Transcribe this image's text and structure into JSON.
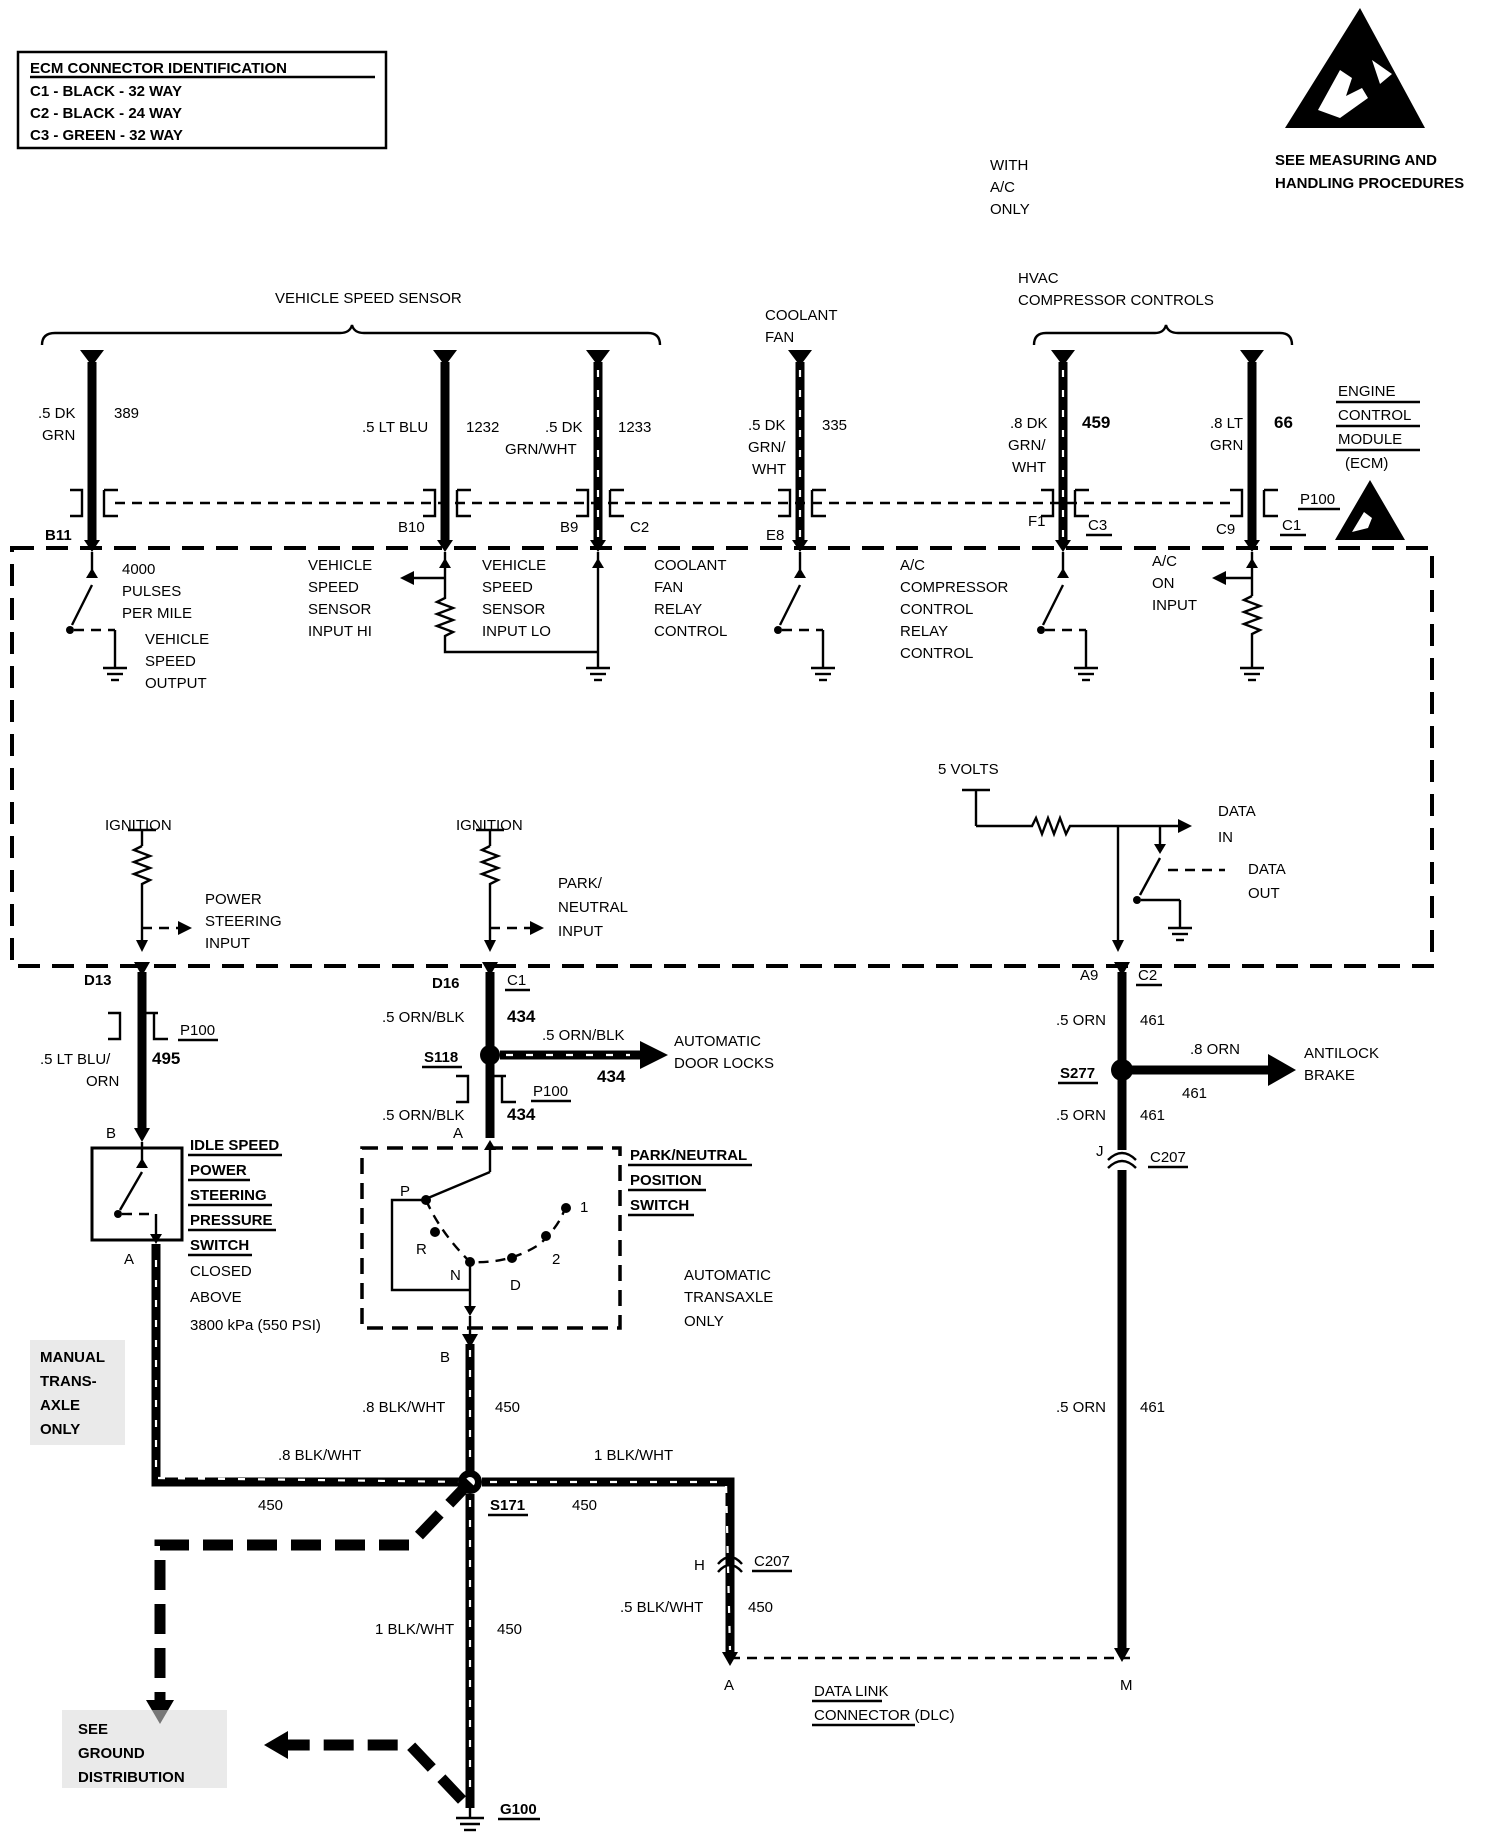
{
  "ecm_id": {
    "title": "ECM CONNECTOR IDENTIFICATION",
    "lines": [
      "C1 - BLACK - 32 WAY",
      "C2 - BLACK - 24 WAY",
      "C3 - GREEN - 32 WAY"
    ]
  },
  "esd_note": [
    "SEE MEASURING AND",
    "HANDLING PROCEDURES"
  ],
  "with_ac": [
    "WITH",
    "A/C",
    "ONLY"
  ],
  "top_groups": {
    "vss": "VEHICLE SPEED SENSOR",
    "coolant_fan": [
      "COOLANT",
      "FAN"
    ],
    "hvac": [
      "HVAC",
      "COMPRESSOR CONTROLS"
    ]
  },
  "ecm_label": [
    "ENGINE",
    "CONTROL",
    "MODULE",
    "(ECM)"
  ],
  "p100": "P100",
  "top_wires": [
    {
      "size": [
        ".5 DK",
        "GRN"
      ],
      "circuit": "389",
      "pin": "B11",
      "conn": ""
    },
    {
      "size": [
        ".5 LT BLU"
      ],
      "circuit": "1232",
      "pin": "B10",
      "conn": ""
    },
    {
      "size": [
        ".5 DK",
        "GRN/WHT"
      ],
      "circuit": "1233",
      "pin": "B9",
      "conn": "C2"
    },
    {
      "size": [
        ".5 DK",
        "GRN/",
        "WHT"
      ],
      "circuit": "335",
      "pin": "E8",
      "conn": ""
    },
    {
      "size": [
        ".8 DK",
        "GRN/",
        "WHT"
      ],
      "circuit": "459",
      "pin": "F1",
      "conn": "C3"
    },
    {
      "size": [
        ".8 LT",
        "GRN"
      ],
      "circuit": "66",
      "pin": "C9",
      "conn": "C1"
    }
  ],
  "inside": {
    "vss_output": [
      "4000",
      "PULSES",
      "PER MILE"
    ],
    "vss_output2": [
      "VEHICLE",
      "SPEED",
      "OUTPUT"
    ],
    "vss_hi": [
      "VEHICLE",
      "SPEED",
      "SENSOR",
      "INPUT HI"
    ],
    "vss_lo": [
      "VEHICLE",
      "SPEED",
      "SENSOR",
      "INPUT LO"
    ],
    "fan_relay": [
      "COOLANT",
      "FAN",
      "RELAY",
      "CONTROL"
    ],
    "ac_relay": [
      "A/C",
      "COMPRESSOR",
      "CONTROL",
      "RELAY",
      "CONTROL"
    ],
    "ac_on": [
      "A/C",
      "ON",
      "INPUT"
    ],
    "five_volts": "5 VOLTS",
    "data_in": [
      "DATA",
      "IN"
    ],
    "data_out": [
      "DATA",
      "OUT"
    ],
    "ignition": "IGNITION",
    "ps_input": [
      "POWER",
      "STEERING",
      "INPUT"
    ],
    "pn_input": [
      "PARK/",
      "NEUTRAL",
      "INPUT"
    ]
  },
  "bottom_pins": [
    {
      "pin": "D13",
      "conn": ""
    },
    {
      "pin": "D16",
      "conn": "C1"
    },
    {
      "pin": "A9",
      "conn": "C2"
    }
  ],
  "ps_circuit": {
    "size": [
      ".5 LT BLU/",
      "ORN"
    ],
    "circuit": "495",
    "switch": [
      "IDLE SPEED",
      "POWER",
      "STEERING",
      "PRESSURE",
      "SWITCH"
    ],
    "closed": [
      "CLOSED",
      "ABOVE",
      "3800 kPa (550 PSI)"
    ],
    "pin_b": "B",
    "pin_a": "A",
    "manual": [
      "MANUAL",
      "TRANS-",
      "AXLE",
      "ONLY"
    ]
  },
  "pn_circuit": {
    "size1": ".5 ORN/BLK",
    "circuit": "434",
    "splice": "S118",
    "door_size": ".5 ORN/BLK",
    "door_circuit": "434",
    "door_locks": [
      "AUTOMATIC",
      "DOOR LOCKS"
    ],
    "size2": ".5 ORN/BLK",
    "pin_a": "A",
    "pin_b": "B",
    "switch": [
      "PARK/NEUTRAL",
      "POSITION",
      "SWITCH"
    ],
    "auto": [
      "AUTOMATIC",
      "TRANSAXLE",
      "ONLY"
    ],
    "positions": [
      "P",
      "R",
      "N",
      "D",
      "2",
      "1"
    ]
  },
  "ground": {
    "wire1": ".8 BLK/WHT",
    "c450": "450",
    "wire_left": ".8 BLK/WHT",
    "wire_right": "1 BLK/WHT",
    "splice": "S171",
    "wire_down": "1 BLK/WHT",
    "g100": "G100",
    "see_ground": [
      "SEE",
      "GROUND",
      "DISTRIBUTION"
    ],
    "c207": "C207",
    "pin_h": "H",
    "dlc_wire": ".5 BLK/WHT",
    "pin_a": "A"
  },
  "data_circuit": {
    "size": ".5 ORN",
    "circuit": "461",
    "splice": "S277",
    "abs_size": ".8 ORN",
    "abs_circuit": "461",
    "abs": [
      "ANTILOCK",
      "BRAKE"
    ],
    "pin_j": "J",
    "c207": "C207",
    "pin_m": "M"
  },
  "dlc": [
    "DATA LINK",
    "CONNECTOR (DLC)"
  ]
}
